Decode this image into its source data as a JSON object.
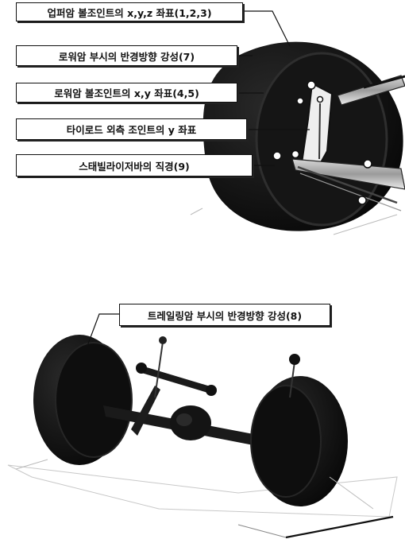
{
  "top_figure": {
    "labels": [
      "업퍼암 볼조인트의 x,y,z 좌표(1,2,3)",
      "로워암 부시의 반경방향 강성(7)",
      "로워암 볼조인트의 x,y 좌표(4,5)",
      "타이로드 외측 조인트의 y 좌표",
      "스태빌라이저바의 직경(9)"
    ]
  },
  "bottom_figure": {
    "labels": [
      "트레일링암 부시의 반경방향 강성(8)"
    ]
  },
  "colors": {
    "tire": "#0c0c0c",
    "frame": "#333333",
    "box_border": "#111111",
    "ground": "#b0b0b0"
  }
}
